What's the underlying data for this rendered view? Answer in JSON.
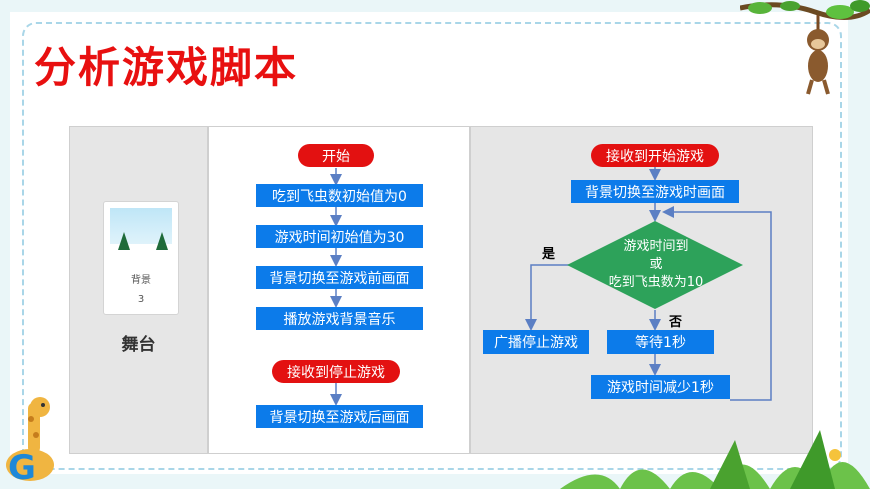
{
  "title": "分析游戏脚本",
  "stage": {
    "thumbnail_name": "背景",
    "thumbnail_number": "3",
    "label": "舞台"
  },
  "script1": {
    "hat": "开始",
    "blocks": [
      "吃到飞虫数初始值为0",
      "游戏时间初始值为30",
      "背景切换至游戏前画面",
      "播放游戏背景音乐"
    ]
  },
  "script2": {
    "hat": "接收到停止游戏",
    "blocks": [
      "背景切换至游戏后画面"
    ]
  },
  "script3": {
    "hat": "接收到开始游戏",
    "first_block": "背景切换至游戏时画面",
    "decision": [
      "游戏时间到",
      "或",
      "吃到飞虫数为10"
    ],
    "yes_label": "是",
    "no_label": "否",
    "yes_block": "广播停止游戏",
    "no_blocks": [
      "等待1秒",
      "游戏时间减少1秒"
    ]
  },
  "colors": {
    "title": "#e81010",
    "hat": "#e31111",
    "block": "#0c7bea",
    "decision": "#2da25a",
    "arrow": "#5b7fc4"
  },
  "decor": [
    "monkey-illustration",
    "giraffe-illustration",
    "grass-decoration",
    "vine-decoration"
  ]
}
